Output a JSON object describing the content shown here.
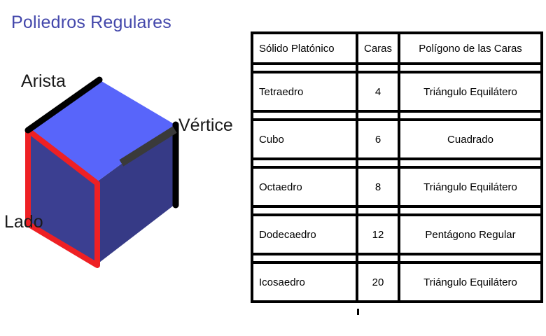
{
  "page": {
    "title": "Poliedros Regulares",
    "title_color": "#4347ab",
    "background": "#ffffff"
  },
  "diagram": {
    "name": "cube-diagram",
    "labels": {
      "edge": "Arista",
      "vertex": "Vértice",
      "side": "Lado"
    },
    "colors": {
      "top_face": "#5865fa",
      "front_face": "#3b3f91",
      "right_face": "#363a86",
      "edge_highlight": "#000000",
      "side_highlight": "#ee2024",
      "vertex_pointer": "#3a3a3a"
    }
  },
  "table": {
    "name": "platonic-solids-table",
    "headers": {
      "solid": "Sólido Platónico",
      "faces": "Caras",
      "polygon": "Polígono de las Caras"
    },
    "rows": [
      {
        "solid": "Tetraedro",
        "faces": "4",
        "polygon": "Triángulo Equilátero"
      },
      {
        "solid": "Cubo",
        "faces": "6",
        "polygon": "Cuadrado"
      },
      {
        "solid": "Octaedro",
        "faces": "8",
        "polygon": "Triángulo Equilátero"
      },
      {
        "solid": "Dodecaedro",
        "faces": "12",
        "polygon": "Pentágono Regular"
      },
      {
        "solid": "Icosaedro",
        "faces": "20",
        "polygon": "Triángulo Equilátero"
      }
    ]
  }
}
